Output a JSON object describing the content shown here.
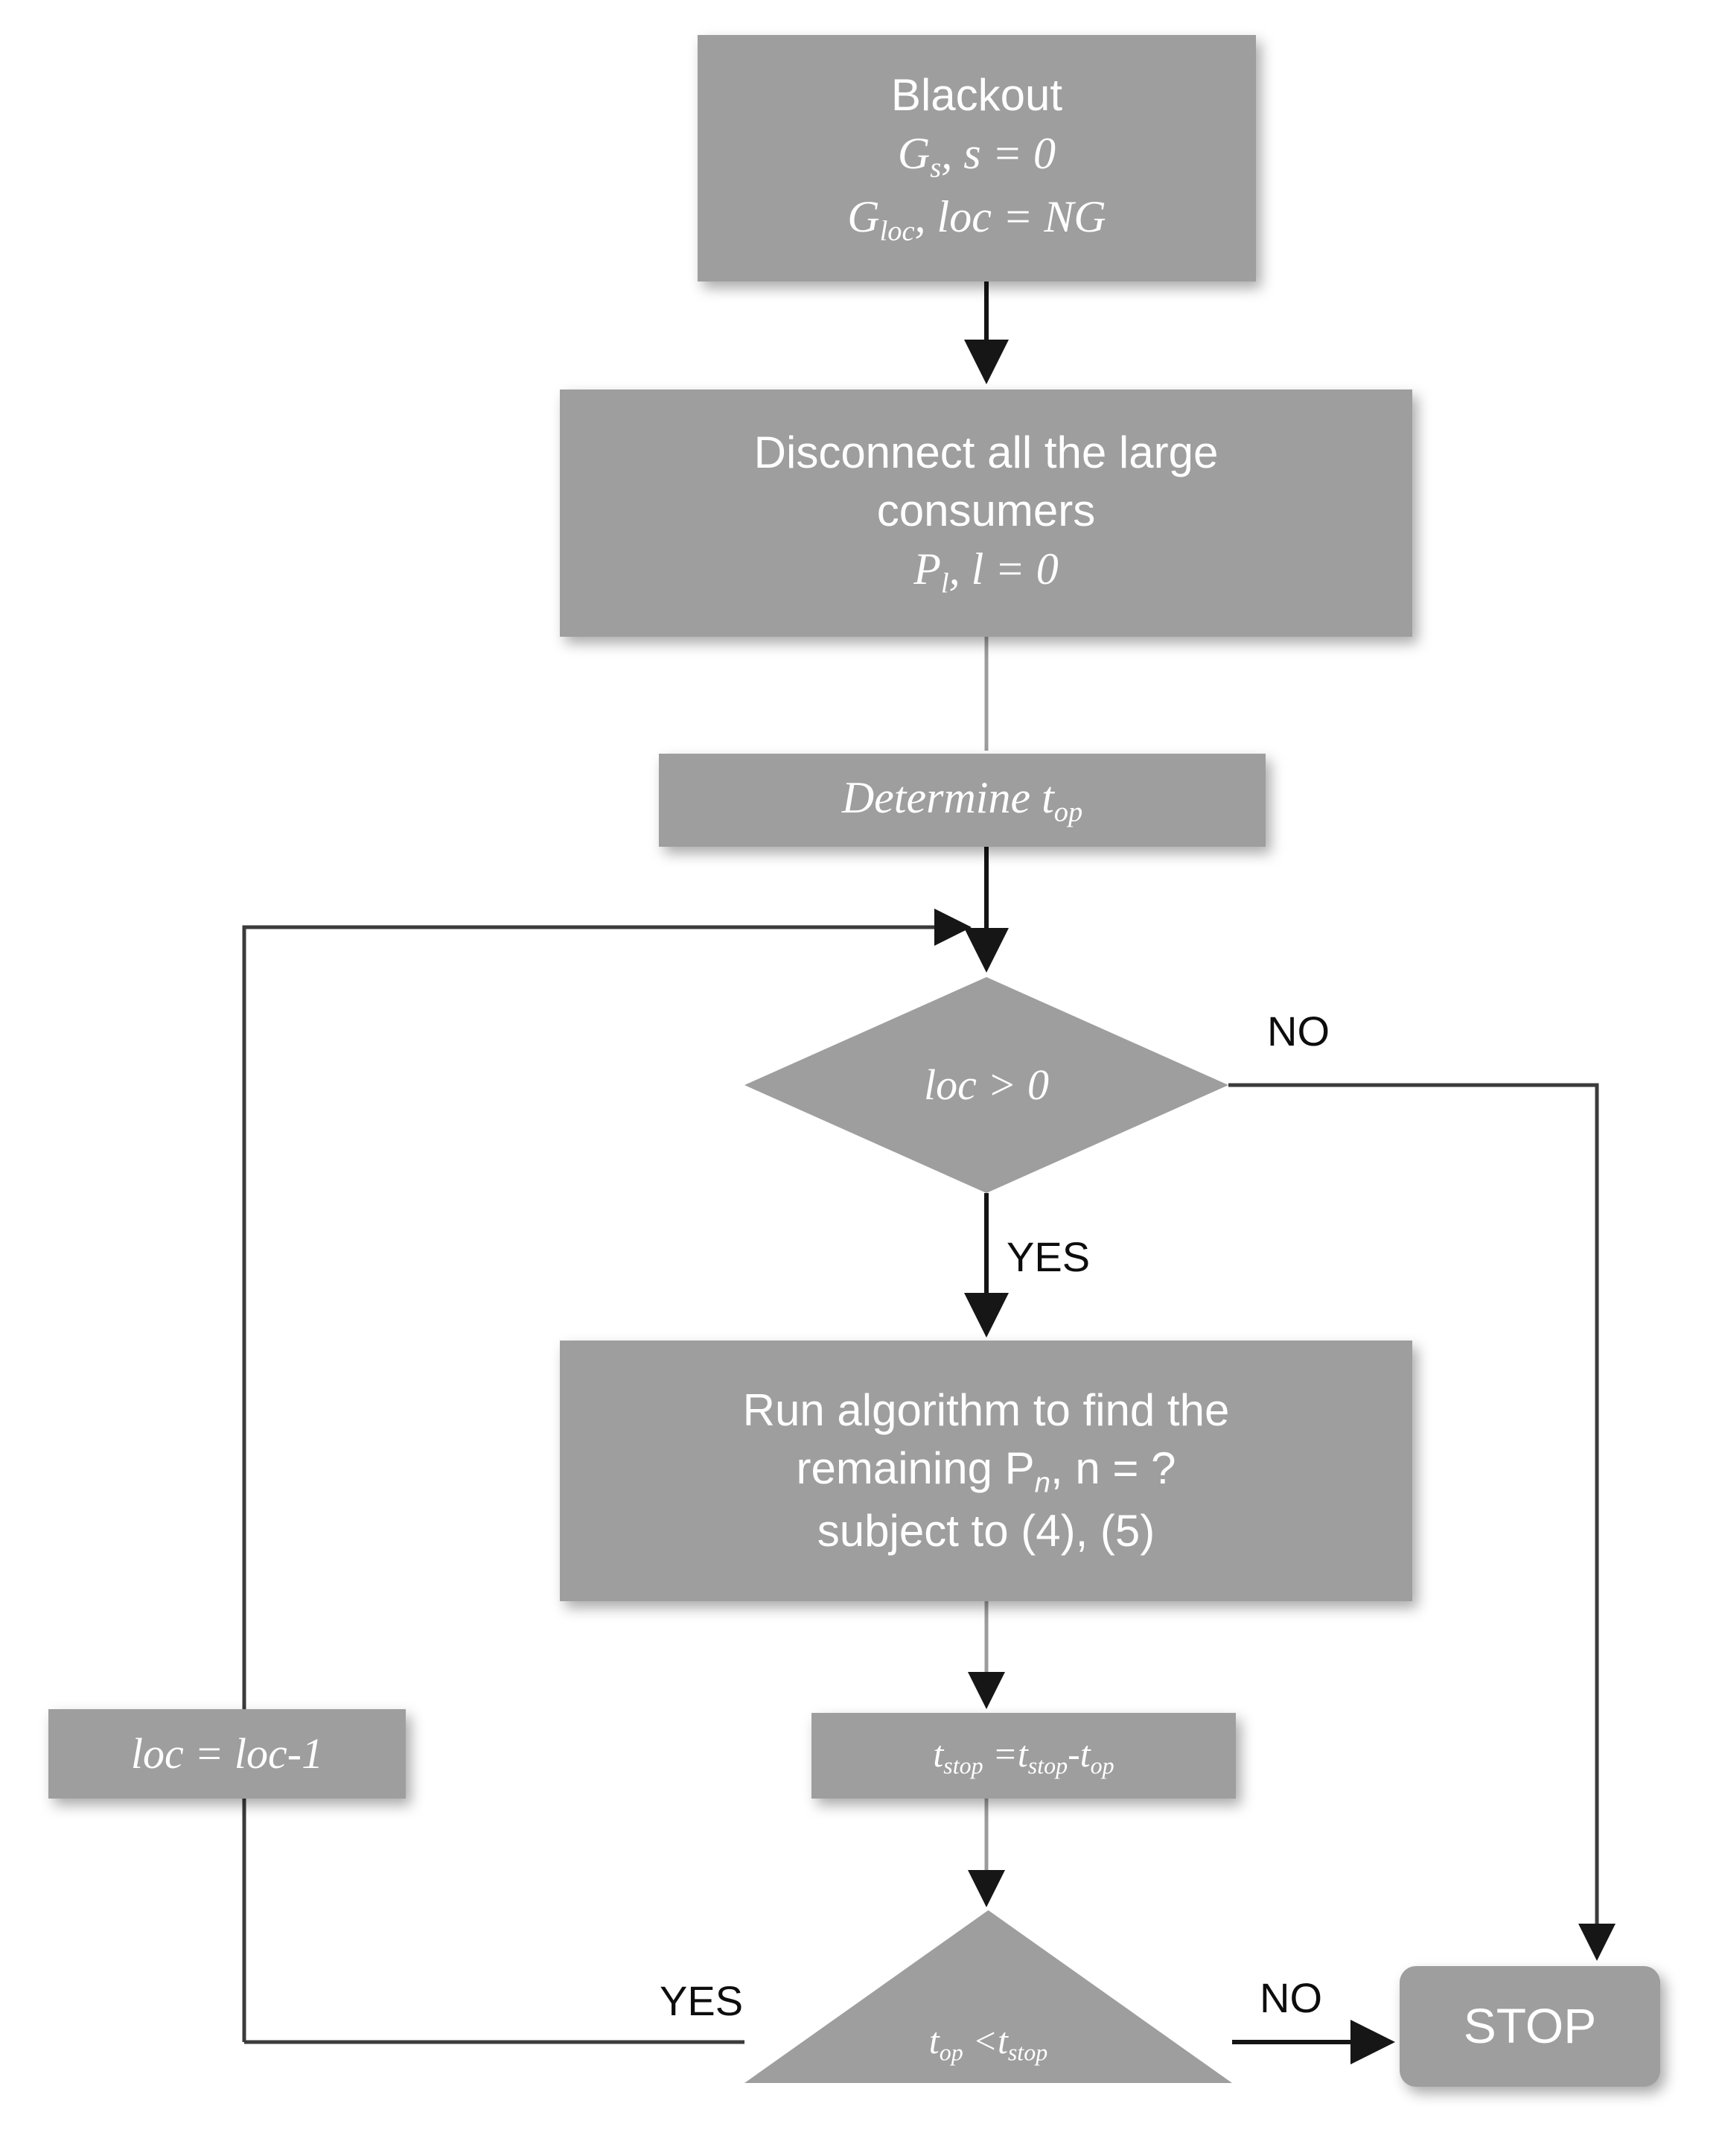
{
  "diagram": {
    "title": "Blackout restoration algorithm flowchart",
    "colors": {
      "node_fill": "#9e9e9e",
      "node_text": "#ffffff",
      "edge_stroke": "#2b2b2b",
      "label_text": "#0d0d0d",
      "background": "#ffffff"
    }
  },
  "nodes": {
    "blackout": {
      "shape": "process",
      "lines": [
        {
          "text": "Blackout",
          "style": "sans"
        },
        {
          "html": "G<sub>s</sub>, s = 0",
          "style": "italic"
        },
        {
          "html": "G<sub>loc</sub>, loc = NG",
          "style": "italic"
        }
      ]
    },
    "disconnect": {
      "shape": "process",
      "lines": [
        {
          "text": "Disconnect all the large",
          "style": "sans"
        },
        {
          "text": "consumers",
          "style": "sans"
        },
        {
          "html": "P<sub>l</sub>, l = 0",
          "style": "italic"
        }
      ]
    },
    "determine": {
      "shape": "process",
      "lines": [
        {
          "html": "Determine t<sub>op</sub>",
          "style": "italic"
        }
      ]
    },
    "decision_loc": {
      "shape": "diamond",
      "lines": [
        {
          "html": "loc &gt; 0",
          "style": "italic"
        }
      ]
    },
    "run_algorithm": {
      "shape": "process",
      "lines": [
        {
          "text": "Run algorithm to find the",
          "style": "sans"
        },
        {
          "html": "remaining P<sub>n</sub>, n = ?",
          "style": "mixed"
        },
        {
          "text": "subject to (4), (5)",
          "style": "sans"
        }
      ]
    },
    "loc_decrement": {
      "shape": "process",
      "lines": [
        {
          "html": "loc = loc-1",
          "style": "italic"
        }
      ]
    },
    "tstop_update": {
      "shape": "process",
      "lines": [
        {
          "html": "t<sub>stop</sub> =t<sub>stop</sub>-t<sub>op</sub>",
          "style": "italic"
        }
      ]
    },
    "decision_time": {
      "shape": "triangle",
      "lines": [
        {
          "html": "t<sub>op</sub> &lt;t<sub>stop</sub>",
          "style": "italic"
        }
      ]
    },
    "stop": {
      "shape": "terminator",
      "lines": [
        {
          "text": "STOP",
          "style": "sans"
        }
      ]
    }
  },
  "edge_labels": {
    "decision_loc_no": "NO",
    "decision_loc_yes": "YES",
    "decision_time_yes": "YES",
    "decision_time_no": "NO"
  },
  "edges": [
    {
      "from": "blackout",
      "to": "disconnect",
      "label": ""
    },
    {
      "from": "disconnect",
      "to": "determine",
      "label": ""
    },
    {
      "from": "determine",
      "to": "decision_loc",
      "label": ""
    },
    {
      "from": "decision_loc",
      "to": "run_algorithm",
      "label": "YES"
    },
    {
      "from": "decision_loc",
      "to": "stop",
      "label": "NO"
    },
    {
      "from": "run_algorithm",
      "to": "tstop_update",
      "label": ""
    },
    {
      "from": "tstop_update",
      "to": "decision_time",
      "label": ""
    },
    {
      "from": "decision_time",
      "to": "loc_decrement",
      "label": "YES"
    },
    {
      "from": "decision_time",
      "to": "stop",
      "label": "NO"
    },
    {
      "from": "loc_decrement",
      "to": "decision_loc",
      "label": ""
    }
  ]
}
